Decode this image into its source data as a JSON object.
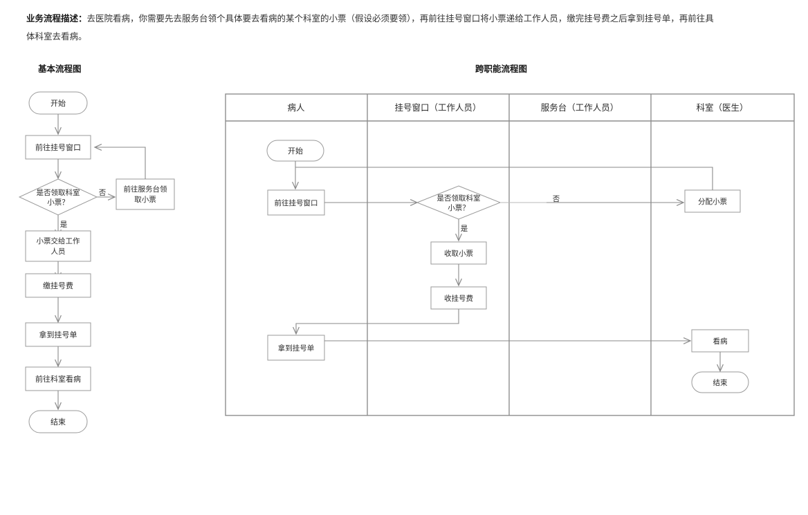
{
  "description": {
    "label": "业务流程描述：",
    "text": "去医院看病，你需要先去服务台领个具体要去看病的某个科室的小票（假设必须要领），再前往挂号窗口将小票递给工作人员，缴完挂号费之后拿到挂号单，再前往具体科室去看病。"
  },
  "sections": {
    "basic_title": "基本流程图",
    "cross_title": "跨职能流程图"
  },
  "basic_flow": {
    "nodes": [
      {
        "id": "start",
        "label": "开始",
        "shape": "terminator"
      },
      {
        "id": "goto_win",
        "label": "前往挂号窗口",
        "shape": "process"
      },
      {
        "id": "decide",
        "label_line1": "是否领取科室",
        "label_line2": "小票？",
        "shape": "decision"
      },
      {
        "id": "get_slip",
        "label_line1": "前往服务台领",
        "label_line2": "取小票",
        "shape": "process"
      },
      {
        "id": "give",
        "label_line1": "小票交给工作",
        "label_line2": "人员",
        "shape": "process"
      },
      {
        "id": "pay",
        "label": "缴挂号费",
        "shape": "process"
      },
      {
        "id": "receipt",
        "label": "拿到挂号单",
        "shape": "process"
      },
      {
        "id": "go_dept",
        "label": "前往科室看病",
        "shape": "process"
      },
      {
        "id": "end",
        "label": "结束",
        "shape": "terminator"
      }
    ],
    "edge_labels": {
      "yes": "是",
      "no": "否"
    }
  },
  "cross_flow": {
    "lanes": [
      {
        "id": "patient",
        "label": "病人"
      },
      {
        "id": "window",
        "label": "挂号窗口（工作人员）"
      },
      {
        "id": "desk",
        "label": "服务台（工作人员）"
      },
      {
        "id": "dept",
        "label": "科室（医生）"
      }
    ],
    "nodes": [
      {
        "id": "c_start",
        "lane": "patient",
        "label": "开始",
        "shape": "terminator"
      },
      {
        "id": "c_goto",
        "lane": "patient",
        "label": "前往挂号窗口",
        "shape": "process"
      },
      {
        "id": "c_decide",
        "lane": "window",
        "label_line1": "是否领取科室",
        "label_line2": "小票？",
        "shape": "decision"
      },
      {
        "id": "c_alloc",
        "lane": "desk",
        "label": "分配小票",
        "shape": "process"
      },
      {
        "id": "c_collect",
        "lane": "window",
        "label": "收取小票",
        "shape": "process"
      },
      {
        "id": "c_fee",
        "lane": "window",
        "label": "收挂号费",
        "shape": "process"
      },
      {
        "id": "c_receipt",
        "lane": "patient",
        "label": "拿到挂号单",
        "shape": "process"
      },
      {
        "id": "c_see",
        "lane": "dept",
        "label": "看病",
        "shape": "process"
      },
      {
        "id": "c_end",
        "lane": "dept",
        "label": "结束",
        "shape": "terminator"
      }
    ],
    "edge_labels": {
      "yes": "是",
      "no": "否"
    }
  },
  "colors": {
    "node_stroke": "#9a9a9a",
    "edge_stroke": "#8a8a8a",
    "lane_stroke": "#8e8e8e",
    "text": "#2b2b2b",
    "background": "#ffffff"
  }
}
